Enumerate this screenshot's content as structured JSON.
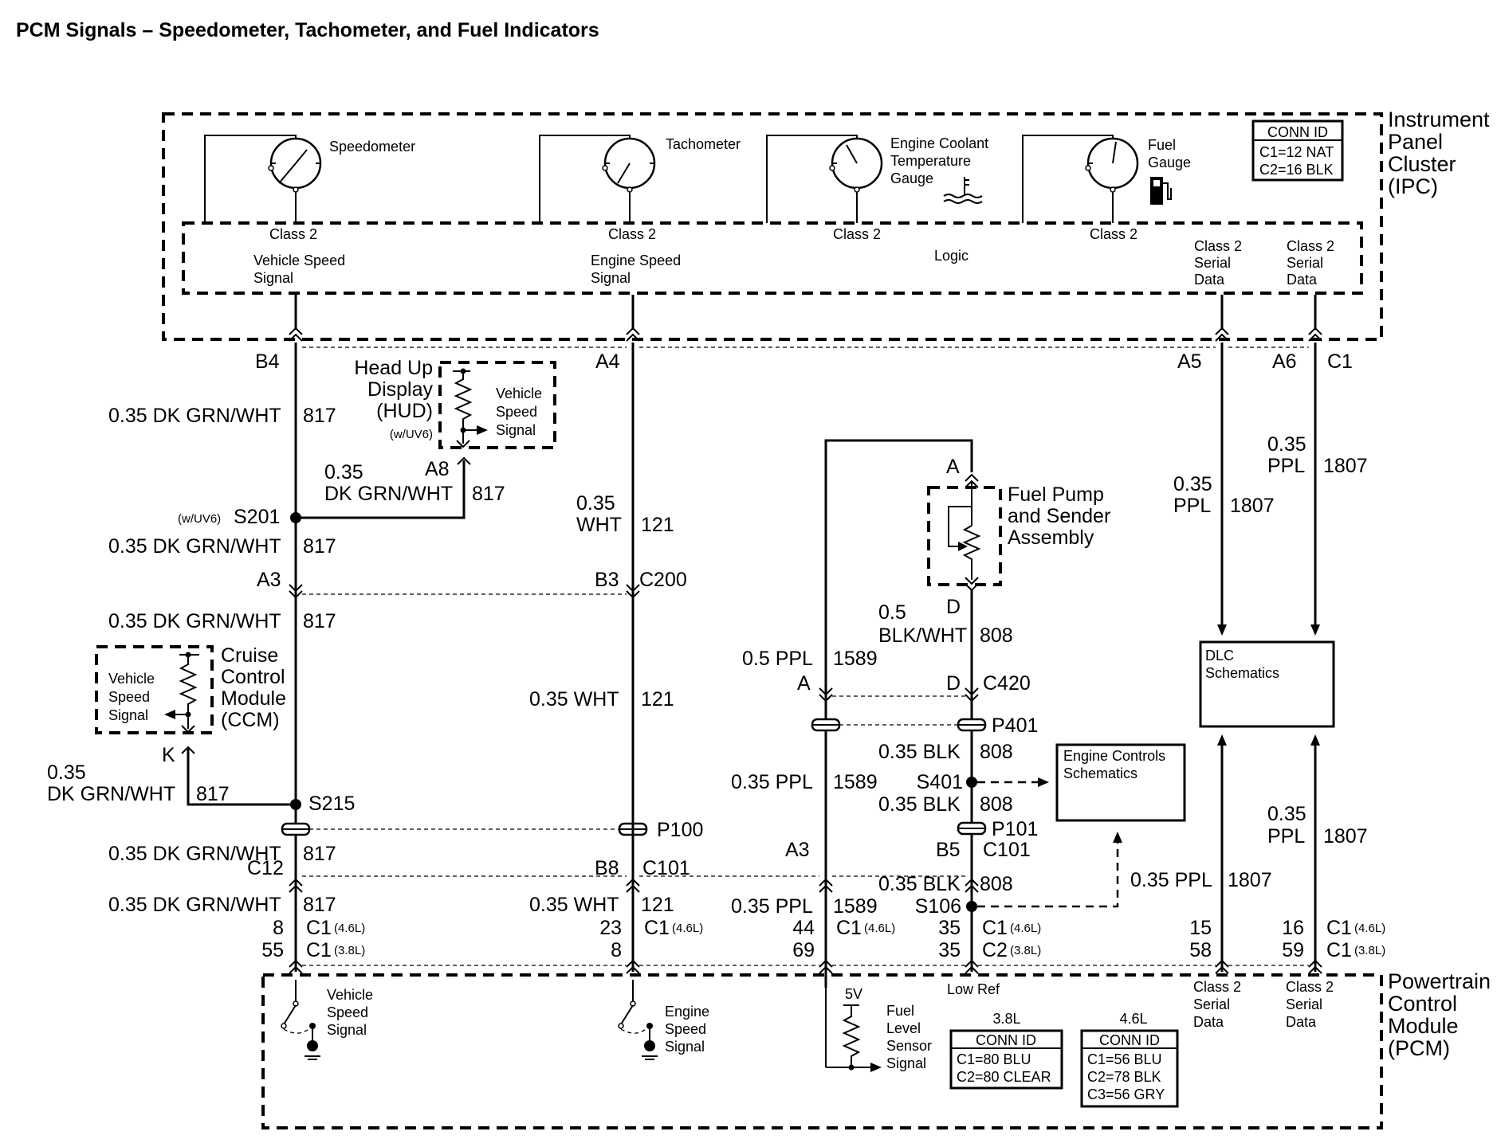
{
  "title": "PCM Signals – Speedometer, Tachometer, and Fuel Indicators",
  "ipc": {
    "name": [
      "Instrument",
      "Panel",
      "Cluster",
      "(IPC)"
    ],
    "gauges": {
      "speedometer": "Speedometer",
      "tachometer": "Tachometer",
      "coolant": [
        "Engine Coolant",
        "Temperature",
        "Gauge"
      ],
      "fuel": [
        "Fuel",
        "Gauge"
      ]
    },
    "class2": "Class 2",
    "logic": "Logic",
    "vehicle_speed": [
      "Vehicle Speed",
      "Signal"
    ],
    "engine_speed": [
      "Engine Speed",
      "Signal"
    ],
    "serial_data": [
      "Class 2",
      "Serial",
      "Data"
    ],
    "conn_id": {
      "title": "CONN ID",
      "rows": [
        "C1=12 NAT",
        "C2=16 BLK"
      ]
    }
  },
  "hud": {
    "name": [
      "Head Up",
      "Display",
      "(HUD)"
    ],
    "option": "(w/UV6)",
    "signal": [
      "Vehicle",
      "Speed",
      "Signal"
    ],
    "pin": "A8"
  },
  "ccm": {
    "name": [
      "Cruise",
      "Control",
      "Module",
      "(CCM)"
    ],
    "signal": [
      "Vehicle",
      "Speed",
      "Signal"
    ],
    "pin": "K"
  },
  "fuel_pump": {
    "name": [
      "Fuel Pump",
      "and Sender",
      "Assembly"
    ],
    "pin_top": "A",
    "pin_bottom": "D"
  },
  "dlc": [
    "DLC",
    "Schematics"
  ],
  "engine_controls": [
    "Engine Controls",
    "Schematics"
  ],
  "pcm": {
    "name": [
      "Powertrain",
      "Control",
      "Module",
      "(PCM)"
    ],
    "vehicle_speed": [
      "Vehicle",
      "Speed",
      "Signal"
    ],
    "engine_speed": [
      "Engine",
      "Speed",
      "Signal"
    ],
    "fuel_level": [
      "Fuel",
      "Level",
      "Sensor",
      "Signal"
    ],
    "five_v": "5V",
    "low_ref": "Low Ref",
    "serial_data": [
      "Class 2",
      "Serial",
      "Data"
    ],
    "conn_38": {
      "engine": "3.8L",
      "title": "CONN ID",
      "rows": [
        "C1=80 BLU",
        "C2=80 CLEAR"
      ]
    },
    "conn_46": {
      "engine": "4.6L",
      "title": "CONN ID",
      "rows": [
        "C1=56 BLU",
        "C2=78 BLK",
        "C3=56 GRY"
      ]
    }
  },
  "wires": {
    "dkgrn_full": "0.35 DK GRN/WHT",
    "dkgrn_a": "0.35",
    "dkgrn_b": "DK GRN/WHT",
    "c817": "817",
    "wht_full": "0.35 WHT",
    "wht_a": "0.35",
    "wht_b": "WHT",
    "c121": "121",
    "ppl05": "0.5 PPL",
    "c1589": "1589",
    "blkwht_a": "0.5",
    "blkwht_b": "BLK/WHT",
    "c808": "808",
    "blk": "0.35 BLK",
    "ppl_full": "0.35 PPL",
    "ppl_a": "0.35",
    "ppl_b": "PPL",
    "c1807": "1807"
  },
  "connectors": {
    "B4": "B4",
    "A4": "A4",
    "A5": "A5",
    "A6": "A6",
    "C1": "C1",
    "S201": "S201",
    "S201_opt": "(w/UV6)",
    "A3": "A3",
    "B3": "B3",
    "C200": "C200",
    "S215": "S215",
    "P100": "P100",
    "C12": "C12",
    "B8": "B8",
    "C101": "C101",
    "A": "A",
    "D": "D",
    "C420": "C420",
    "P401": "P401",
    "S401": "S401",
    "P101": "P101",
    "B5": "B5",
    "S106": "S106",
    "C2": "C2",
    "eng46": "(4.6L)",
    "eng38": "(3.8L)",
    "n8": "8",
    "n55": "55",
    "n23": "23",
    "n44": "44",
    "n69": "69",
    "n35": "35",
    "n15": "15",
    "n58": "58",
    "n16": "16",
    "n59": "59"
  }
}
